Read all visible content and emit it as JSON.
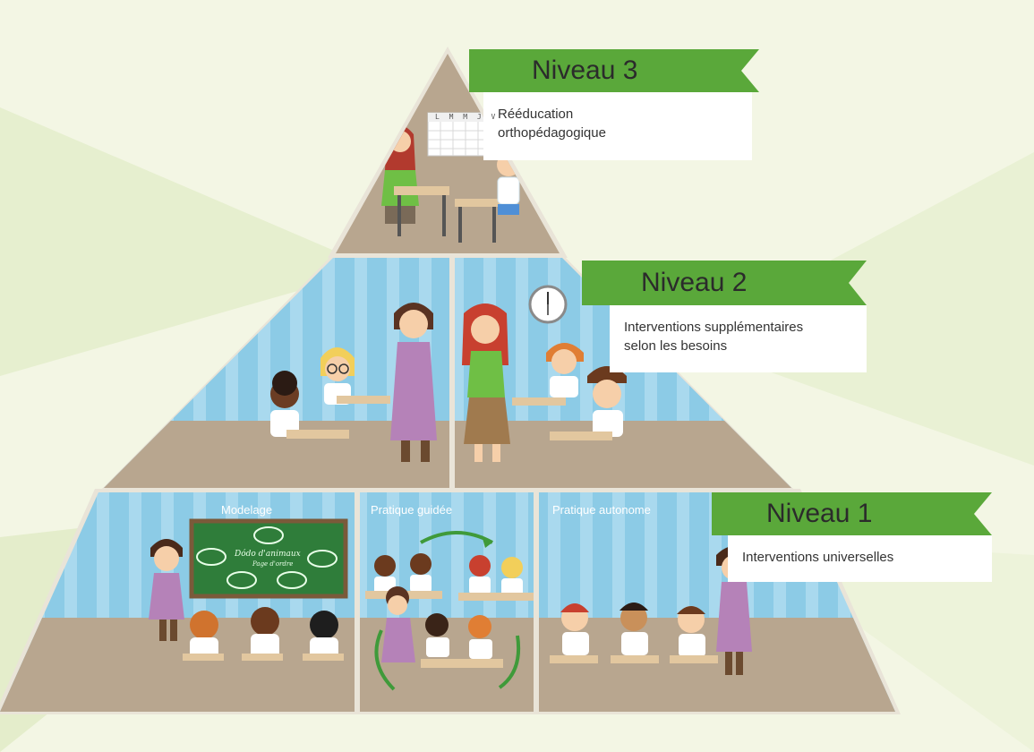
{
  "levels": [
    {
      "title": "Niveau 3",
      "lines": [
        "Rééducation",
        "orthopédagogique"
      ]
    },
    {
      "title": "Niveau 2",
      "lines": [
        "Interventions supplémentaires",
        "selon les besoins"
      ]
    },
    {
      "title": "Niveau 1",
      "lines": [
        "Interventions universelles"
      ]
    }
  ],
  "sections": [
    "Modelage",
    "Pratique guidée",
    "Pratique autonome"
  ],
  "board": {
    "line1": "Dódo d'animaux",
    "line2": "Page d'ordre"
  },
  "calendar": {
    "days": "L M M J V"
  },
  "colors": {
    "background": "#f3f6e4",
    "banner_green": "#5aa83a",
    "wall_blue": "#8ccbe6",
    "wall_stripe": "#a9d9ee",
    "floor": "#b8a68f",
    "frame": "#e9e4d8",
    "chalkboard": "#2f7d3a"
  }
}
